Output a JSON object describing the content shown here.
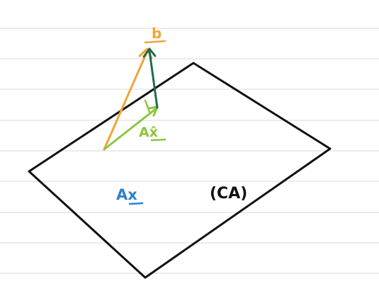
{
  "labels": {
    "vector_b": "b",
    "projection": "Ax̂",
    "subspace_point": "Ax",
    "column_space": "(CA)"
  },
  "colors": {
    "paper_lines": "#d9d9d9",
    "plane": "#111111",
    "vector_b": "#f0a43a",
    "projection": "#8cc540",
    "error_vector": "#1f6b4f",
    "subspace_point": "#2f7fd0"
  }
}
